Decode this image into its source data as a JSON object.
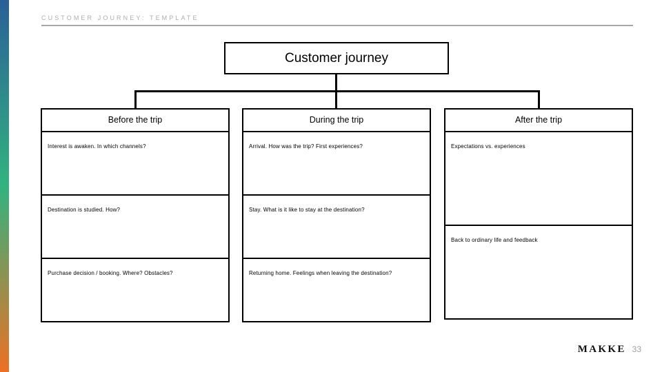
{
  "slide": {
    "kicker": "CUSTOMER JOURNEY: TEMPLATE",
    "title": "Customer journey"
  },
  "theme": {
    "accent_top": "#2a6098",
    "accent_mid": "#32b37f",
    "accent_bottom": "#ed7024",
    "line_color": "#000000",
    "kicker_color": "#aeaeae",
    "rule_color": "#a6a6a6",
    "page_number_color": "#a0a0a0"
  },
  "diagram": {
    "type": "tree",
    "root_label": "Customer journey",
    "columns": [
      {
        "header": "Before the trip",
        "cells": [
          "Interest is awaken. In which channels?",
          "Destination is studied. How?",
          "Purchase decision / booking. Where? Obstacles?"
        ]
      },
      {
        "header": "During the trip",
        "cells": [
          "Arrival. How was the trip?  First experiences?",
          "Stay. What is it like to stay at the destination?",
          "Returning home. Feelings when leaving the destination?"
        ]
      },
      {
        "header": "After the trip",
        "cells": [
          "Expectations vs. experiences",
          "Back to ordinary life and feedback"
        ]
      }
    ]
  },
  "footer": {
    "brand": "MAKKE",
    "page_number": "33"
  }
}
